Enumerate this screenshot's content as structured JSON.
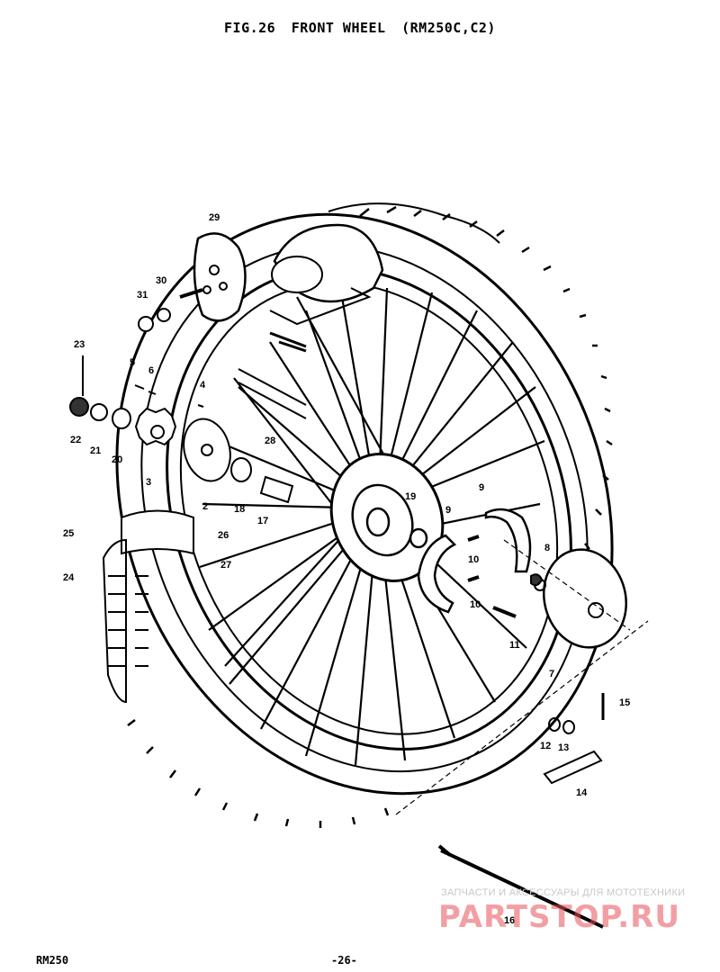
{
  "title": {
    "fig": "FIG.26",
    "name": "FRONT WHEEL",
    "models": "(RM250C,C2)"
  },
  "footer": {
    "model": "RM250",
    "page": "-26-"
  },
  "watermark": {
    "caption": "ЗАПЧАСТИ И АКСЕССУАРЫ ДЛЯ МОТОТЕХНИКИ",
    "brand": "PARTSTOP.RU"
  },
  "colors": {
    "ink": "#000000",
    "watermark_red": "#e8505a",
    "watermark_gray": "#c8c8c8"
  },
  "callouts": {
    "p2": "2",
    "p3": "3",
    "p4": "4",
    "p5": "5",
    "p6": "6",
    "p7": "7",
    "p8": "8",
    "p9a": "9",
    "p9b": "9",
    "p10a": "10",
    "p10b": "10",
    "p11": "11",
    "p12": "12",
    "p13": "13",
    "p14": "14",
    "p15": "15",
    "p16": "16",
    "p17": "17",
    "p18": "18",
    "p19": "19",
    "p20": "20",
    "p21": "21",
    "p22": "22",
    "p23": "23",
    "p24": "24",
    "p25": "25",
    "p26": "26",
    "p27": "27",
    "p28": "28",
    "p29": "29",
    "p30": "30",
    "p31": "31"
  }
}
